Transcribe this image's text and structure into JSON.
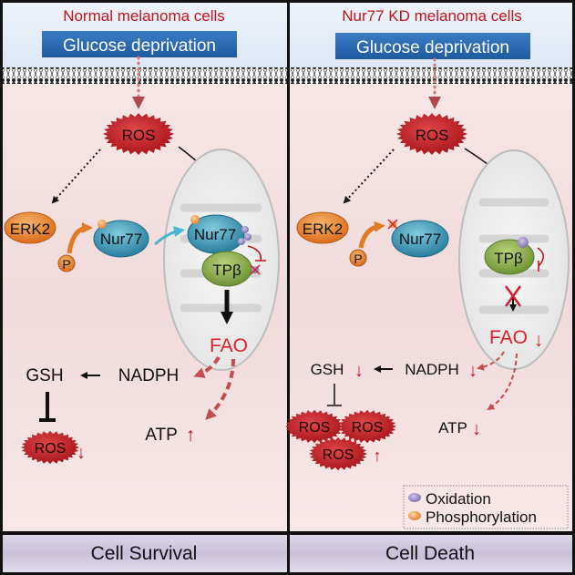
{
  "panels": [
    {
      "title": "Normal melanoma cells",
      "stimulus": "Glucose deprivation",
      "ros_top": "ROS",
      "erk2": "ERK2",
      "phospho_p": "P",
      "nur77_cyto": "Nur77",
      "nur77_mito": "Nur77",
      "tpb": "TPβ",
      "fao": "FAO",
      "gsh": "GSH",
      "nadph": "NADPH",
      "atp": "ATP",
      "atp_arrow": "↑",
      "ros_bottom": "ROS",
      "ros_bottom_arrow": "↓",
      "outcome": "Cell Survival"
    },
    {
      "title": "Nur77 KD melanoma cells",
      "stimulus": "Glucose deprivation",
      "ros_top": "ROS",
      "erk2": "ERK2",
      "phospho_p": "P",
      "nur77_cyto": "Nur77",
      "tpb": "TPβ",
      "fao": "FAO",
      "fao_arrow": "↓",
      "gsh": "GSH",
      "gsh_arrow": "↓",
      "nadph": "NADPH",
      "nadph_arrow": "↓",
      "atp": "ATP",
      "atp_arrow": "↓",
      "ros_bottom": [
        "ROS",
        "ROS",
        "ROS"
      ],
      "ros_bottom_arrow": "↑",
      "outcome": "Cell Death"
    }
  ],
  "legend": {
    "items": [
      {
        "label": "Oxidation",
        "color": "#9b8fc4"
      },
      {
        "label": "Phosphorylation",
        "color": "#f0a060"
      }
    ]
  },
  "colors": {
    "title_red": "#c0161c",
    "stimulus_blue": "#2e6db4",
    "ros_red": "#c4262b",
    "erk_orange": "#e9832a",
    "nur77_teal": "#3e9ab8",
    "tpb_green": "#8cae4a",
    "outcome_lavender": "#d4cce0"
  }
}
